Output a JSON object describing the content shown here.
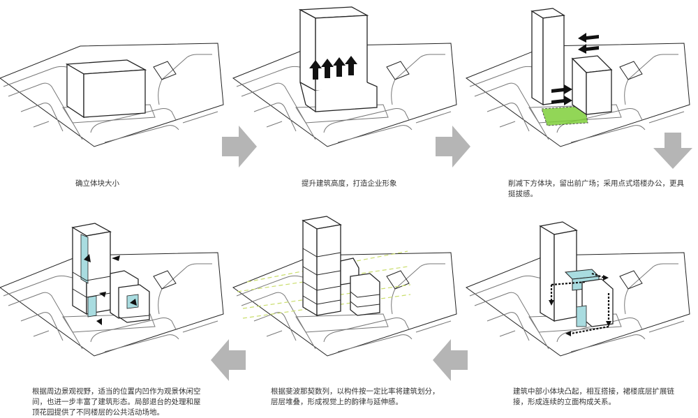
{
  "steps": [
    {
      "caption": "确立体块大小"
    },
    {
      "caption": "提升建筑高度，打造企业形象"
    },
    {
      "caption": "削减下方体块，留出前广场；采用点式塔楼办公，更具挺拔感。"
    },
    {
      "caption": "根据周边景观视野，适当的位置内凹作为观景休闲空间，也进一步丰富了建筑形态。局部退台的处理和屋顶花园提供了不同楼层的公共活动场地。"
    },
    {
      "caption": "根据斐波那契数列，以构件按一定比率将建筑划分，层层堆叠，形成视觉上的韵律与延伸感。"
    },
    {
      "caption": "建筑中部小体块凸起，相互搭接，裙楼底层扩展链接，形成连续的立面构成关系。"
    }
  ],
  "colors": {
    "line": "#222222",
    "road": "#777777",
    "arrow_gray": "#b5b5b5",
    "plaza_green": "#7fcf3a",
    "glass_blue": "#a9dce0",
    "dash_yellow": "#c9dd6a"
  },
  "icons": [
    "right-arrow-icon",
    "down-arrow-icon",
    "left-arrow-icon",
    "up-arrow-icon"
  ]
}
